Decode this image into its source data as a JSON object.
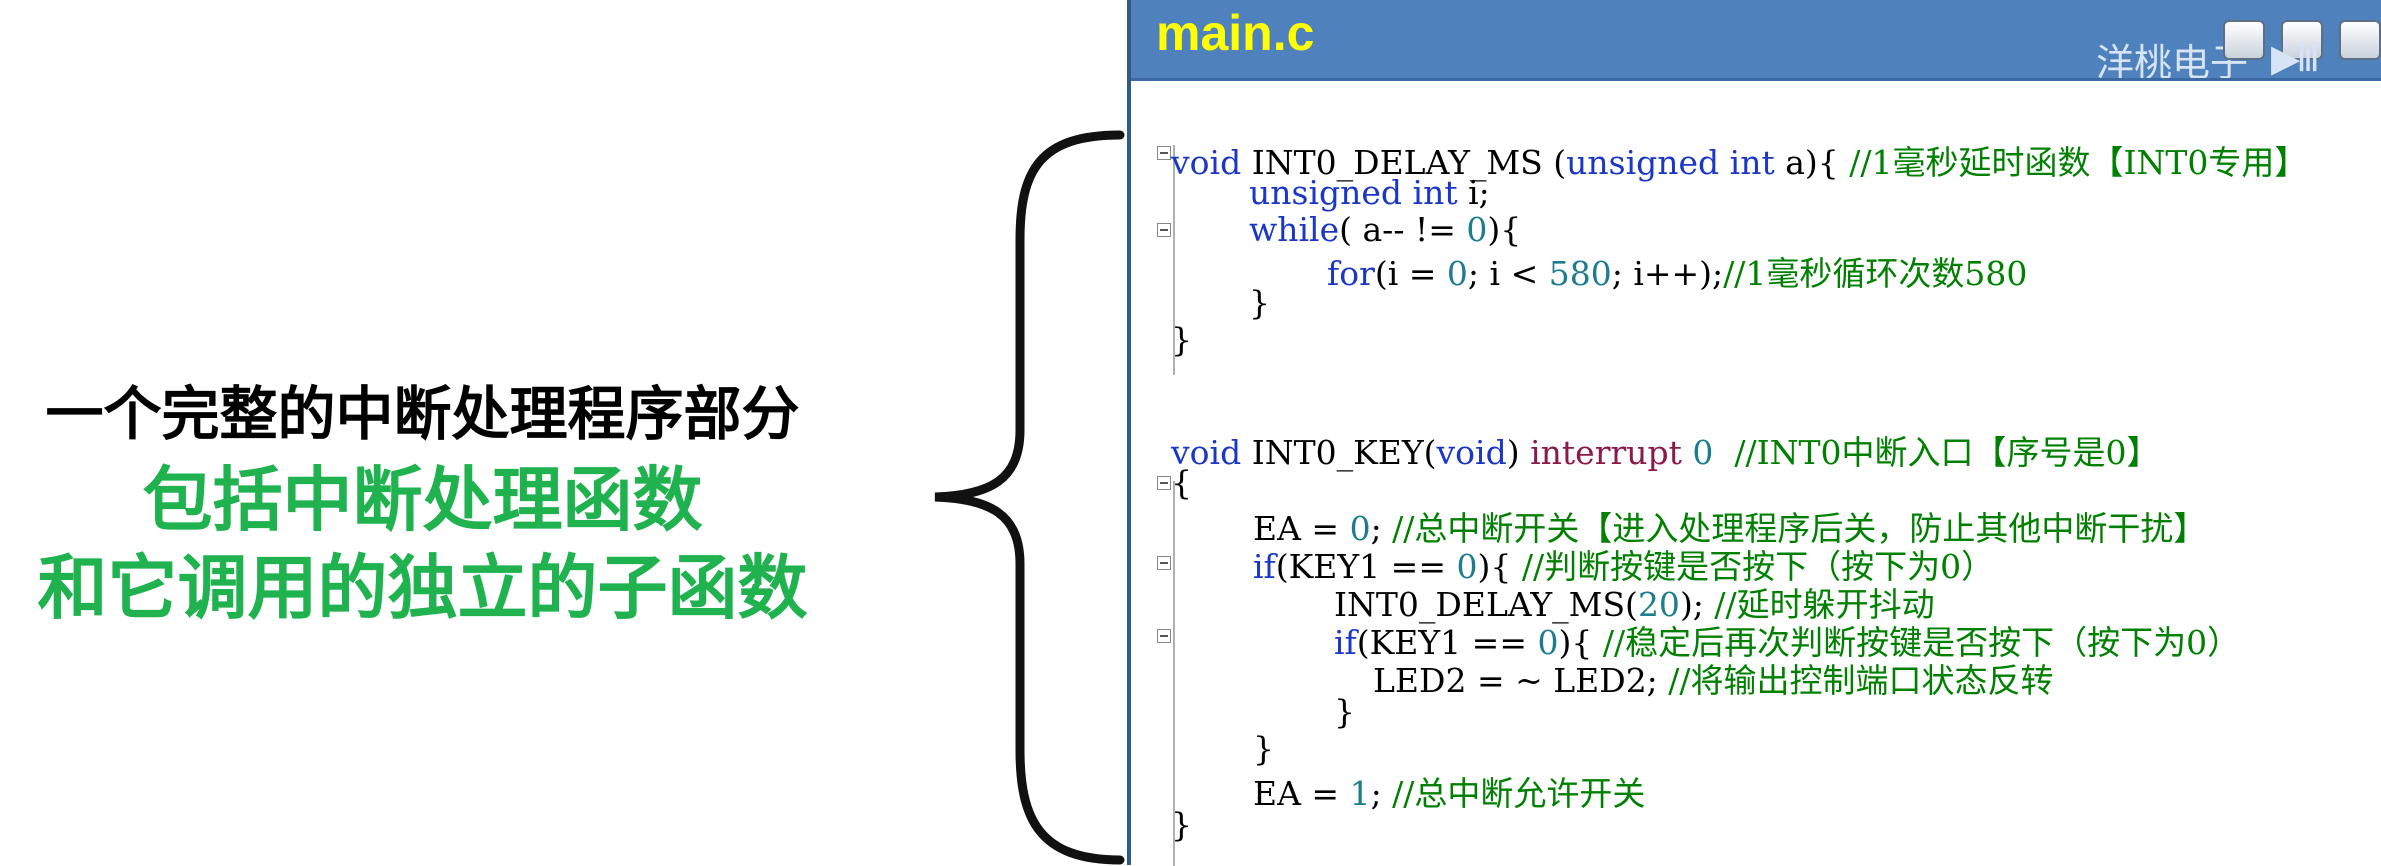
{
  "caption": {
    "line1": "一个完整的中断处理程序部分",
    "line2": "包括中断处理函数",
    "line3": "和它调用的独立的子函数"
  },
  "window": {
    "title": "main.c",
    "watermark": "洋桃电子",
    "brand_icon": "bilibili-icon"
  },
  "code": {
    "l1_kw_void": "void",
    "l1_name": " INT0_DELAY_MS (",
    "l1_kw_type": "unsigned int",
    "l1_rest": " a){ ",
    "l1_comment": "//1毫秒延时函数【INT0专用】",
    "l2_kw": "unsigned int",
    "l2_rest": " i;",
    "l3_kw": "while",
    "l3_a": "( a-- != ",
    "l3_num": "0",
    "l3_b": "){",
    "l4_kw": "for",
    "l4_a": "(i = ",
    "l4_num1": "0",
    "l4_b": "; i < ",
    "l4_num2": "580",
    "l4_c": "; i++);",
    "l4_comment": "//1毫秒循环次数580",
    "l5": "}",
    "l6": "}",
    "l7_kw_void": "void",
    "l7_name": " INT0_KEY(",
    "l7_kw_void2": "void",
    "l7_b": ") ",
    "l7_interrupt": "interrupt",
    "l7_sp": " ",
    "l7_num": "0",
    "l7_c": "  ",
    "l7_comment": "//INT0中断入口【序号是0】",
    "l8": "{",
    "l9_a": "EA = ",
    "l9_num": "0",
    "l9_b": "; ",
    "l9_comment": "//总中断开关【进入处理程序后关，防止其他中断干扰】",
    "l10_kw": "if",
    "l10_a": "(KEY1 == ",
    "l10_num": "0",
    "l10_b": "){ ",
    "l10_comment": "//判断按键是否按下（按下为0）",
    "l11_a": "INT0_DELAY_MS(",
    "l11_num": "20",
    "l11_b": "); ",
    "l11_comment": "//延时躲开抖动",
    "l12_kw": "if",
    "l12_a": "(KEY1 == ",
    "l12_num": "0",
    "l12_b": "){ ",
    "l12_comment": "//稳定后再次判断按键是否按下（按下为0）",
    "l13_a": "LED2 = ~ LED2; ",
    "l13_comment": "//将输出控制端口状态反转",
    "l14": "}",
    "l15": "}",
    "l16_a": "EA = ",
    "l16_num": "1",
    "l16_b": "; ",
    "l16_comment": "//总中断允许开关",
    "l17": "}"
  },
  "colors": {
    "keyword": "#1a37c7",
    "number": "#1e7c8f",
    "comment": "#008000",
    "interrupt_keyword": "#8b1a4a",
    "caption_green": "#1fb24f",
    "title_yellow": "#ffff00",
    "window_blue": "#4f81bd"
  }
}
